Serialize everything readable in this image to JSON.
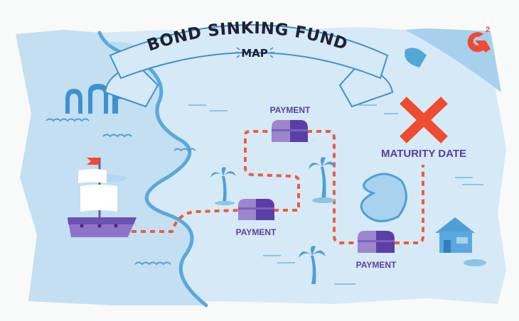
{
  "title": {
    "main": "BOND SINKING FUND",
    "sub": "MAP"
  },
  "logo": {
    "text": "G2",
    "color": "#ef4b30"
  },
  "labels": {
    "payment_1": "PAYMENT",
    "payment_2": "PAYMENT",
    "payment_3": "PAYMENT",
    "maturity": "MATURITY DATE"
  },
  "colors": {
    "paper": "#d6e9f6",
    "sea": "#c3dff1",
    "coast": "#5aa8dc",
    "path": "#ef5a3c",
    "chest_light": "#9c86cc",
    "chest_dark": "#5b3fa8",
    "x_mark": "#ef4b30",
    "text": "#5a3e9e"
  }
}
